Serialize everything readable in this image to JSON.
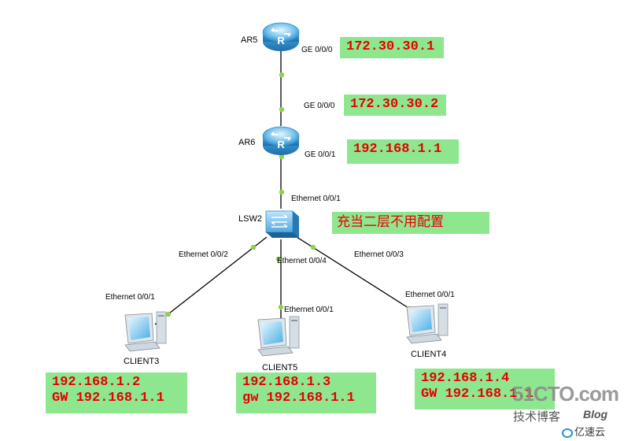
{
  "devices": {
    "ar5": "AR5",
    "ar6": "AR6",
    "lsw2": "LSW2",
    "client3": "CLIENT3",
    "client5": "CLIENT5",
    "client4": "CLIENT4"
  },
  "ports": {
    "ar5_ge000": "GE 0/0/0",
    "ar6_ge000": "GE 0/0/0",
    "ar6_ge001": "GE 0/0/1",
    "lsw2_eth001": "Ethernet 0/0/1",
    "lsw2_eth002": "Ethernet 0/0/2",
    "lsw2_eth004": "Ethernet 0/0/4",
    "lsw2_eth003": "Ethernet 0/0/3",
    "client3_eth001": "Ethernet 0/0/1",
    "client5_eth001": "Ethernet 0/0/1",
    "client4_eth001": "Ethernet 0/0/1"
  },
  "addresses": {
    "ar5_ip": "172.30.30.1",
    "ar6_g0_ip": "172.30.30.2",
    "ar6_g1_ip": "192.168.1.1",
    "client3_ip": "192.168.1.2",
    "client3_gw": "GW 192.168.1.1",
    "client5_ip": "192.168.1.3",
    "client5_gw": "gw 192.168.1.1",
    "client4_ip": "192.168.1.4",
    "client4_gw": "GW 192.168.1.1"
  },
  "notes": {
    "lsw2_note": "充当二层不用配置"
  },
  "watermark": {
    "brand": "51CTO.com",
    "sub1": "技术博客",
    "sub2": "Blog",
    "site": "亿速云"
  },
  "colors": {
    "link_dot": "#8fd14f",
    "box_bg": "#8ee68e",
    "box_text": "#e60000",
    "router_blue": "#2b8fcf"
  }
}
